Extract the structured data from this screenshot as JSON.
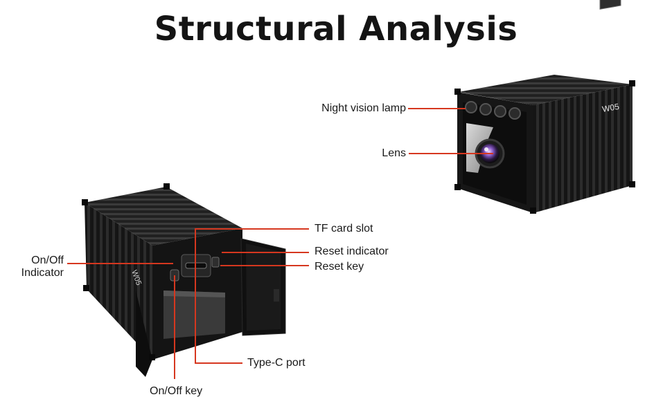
{
  "title": "Structural Analysis",
  "camera_model_text": "W05",
  "leader_color": "#d6371f",
  "labels": {
    "night_vision_lamp": "Night vision lamp",
    "lens": "Lens",
    "tf_card_slot": "TF card slot",
    "reset_indicator": "Reset indicator",
    "reset_key": "Reset key",
    "on_off_indicator_line1": "On/Off",
    "on_off_indicator_line2": "Indicator",
    "type_c_port": "Type-C port",
    "on_off_key": "On/Off key"
  }
}
